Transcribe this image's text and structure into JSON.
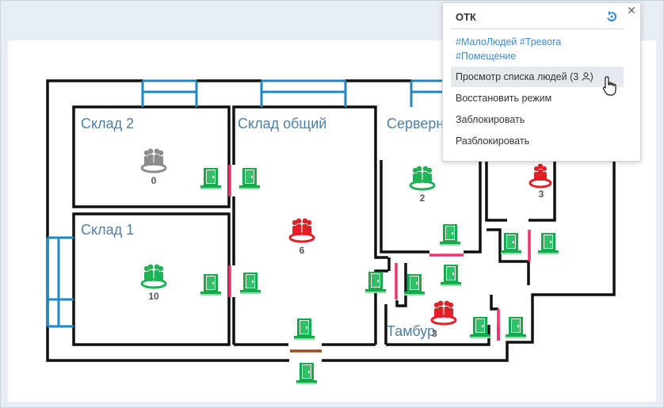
{
  "rooms": {
    "sklad2": {
      "label": "Склад 2",
      "count": "0"
    },
    "sklad_obshchiy": {
      "label": "Склад общий",
      "count": "6"
    },
    "servernaya": {
      "label": "Серверн",
      "count": "2"
    },
    "sklad1": {
      "label": "Склад 1",
      "count": "10"
    },
    "tambur": {
      "label": "Тамбур",
      "count": "3"
    },
    "right_room": {
      "count": "3"
    }
  },
  "popup": {
    "title": "ОТК",
    "tags_line1": "#МалоЛюдей #Тревога",
    "tags_line2": "#Помещение",
    "menu": [
      {
        "label": "Просмотр списка людей (3 ",
        "hovered": true
      },
      {
        "label": "Восстановить режим",
        "hovered": false
      },
      {
        "label": "Заблокировать",
        "hovered": false
      },
      {
        "label": "Разблокировать",
        "hovered": false
      }
    ],
    "close_icon": "close-icon",
    "refresh_icon": "refresh-icon"
  },
  "colors": {
    "wall": "#111111",
    "window": "#1f86c4",
    "door_alarm": "#e8356e",
    "door_brown": "#9b4a1e",
    "people_green": "#1fb257",
    "people_red": "#e21f26",
    "people_gray": "#8c8c8c",
    "exit_green": "#19a84a"
  }
}
